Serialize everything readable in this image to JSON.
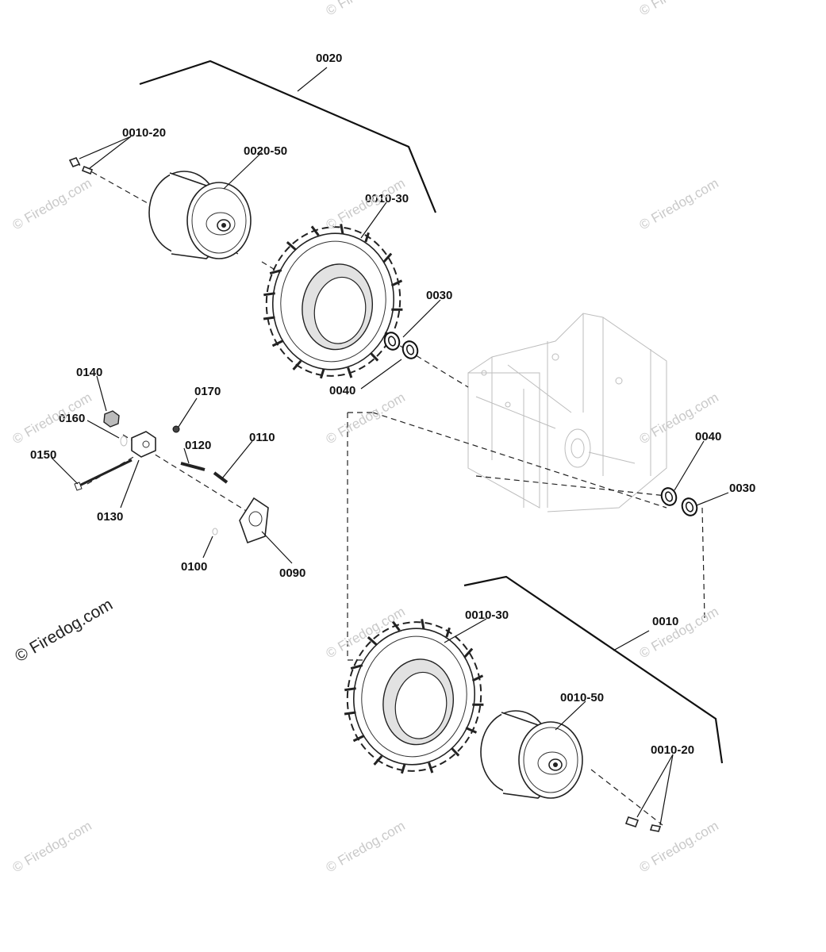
{
  "watermark": {
    "small": "© Firedog.com",
    "large": "© Firedog.com"
  },
  "callouts": {
    "p0020": "0020",
    "p0010_20_top": "0010-20",
    "p0020_50": "0020-50",
    "p0010_30_top": "0010-30",
    "p0030_top": "0030",
    "p0040_top": "0040",
    "p0140": "0140",
    "p0170": "0170",
    "p0160": "0160",
    "p0120": "0120",
    "p0110": "0110",
    "p0150": "0150",
    "p0130": "0130",
    "p0100": "0100",
    "p0090": "0090",
    "p0040_right": "0040",
    "p0030_right": "0030",
    "p0010_30_bottom": "0010-30",
    "p0010": "0010",
    "p0010_50": "0010-50",
    "p0010_20_bottom": "0010-20"
  }
}
